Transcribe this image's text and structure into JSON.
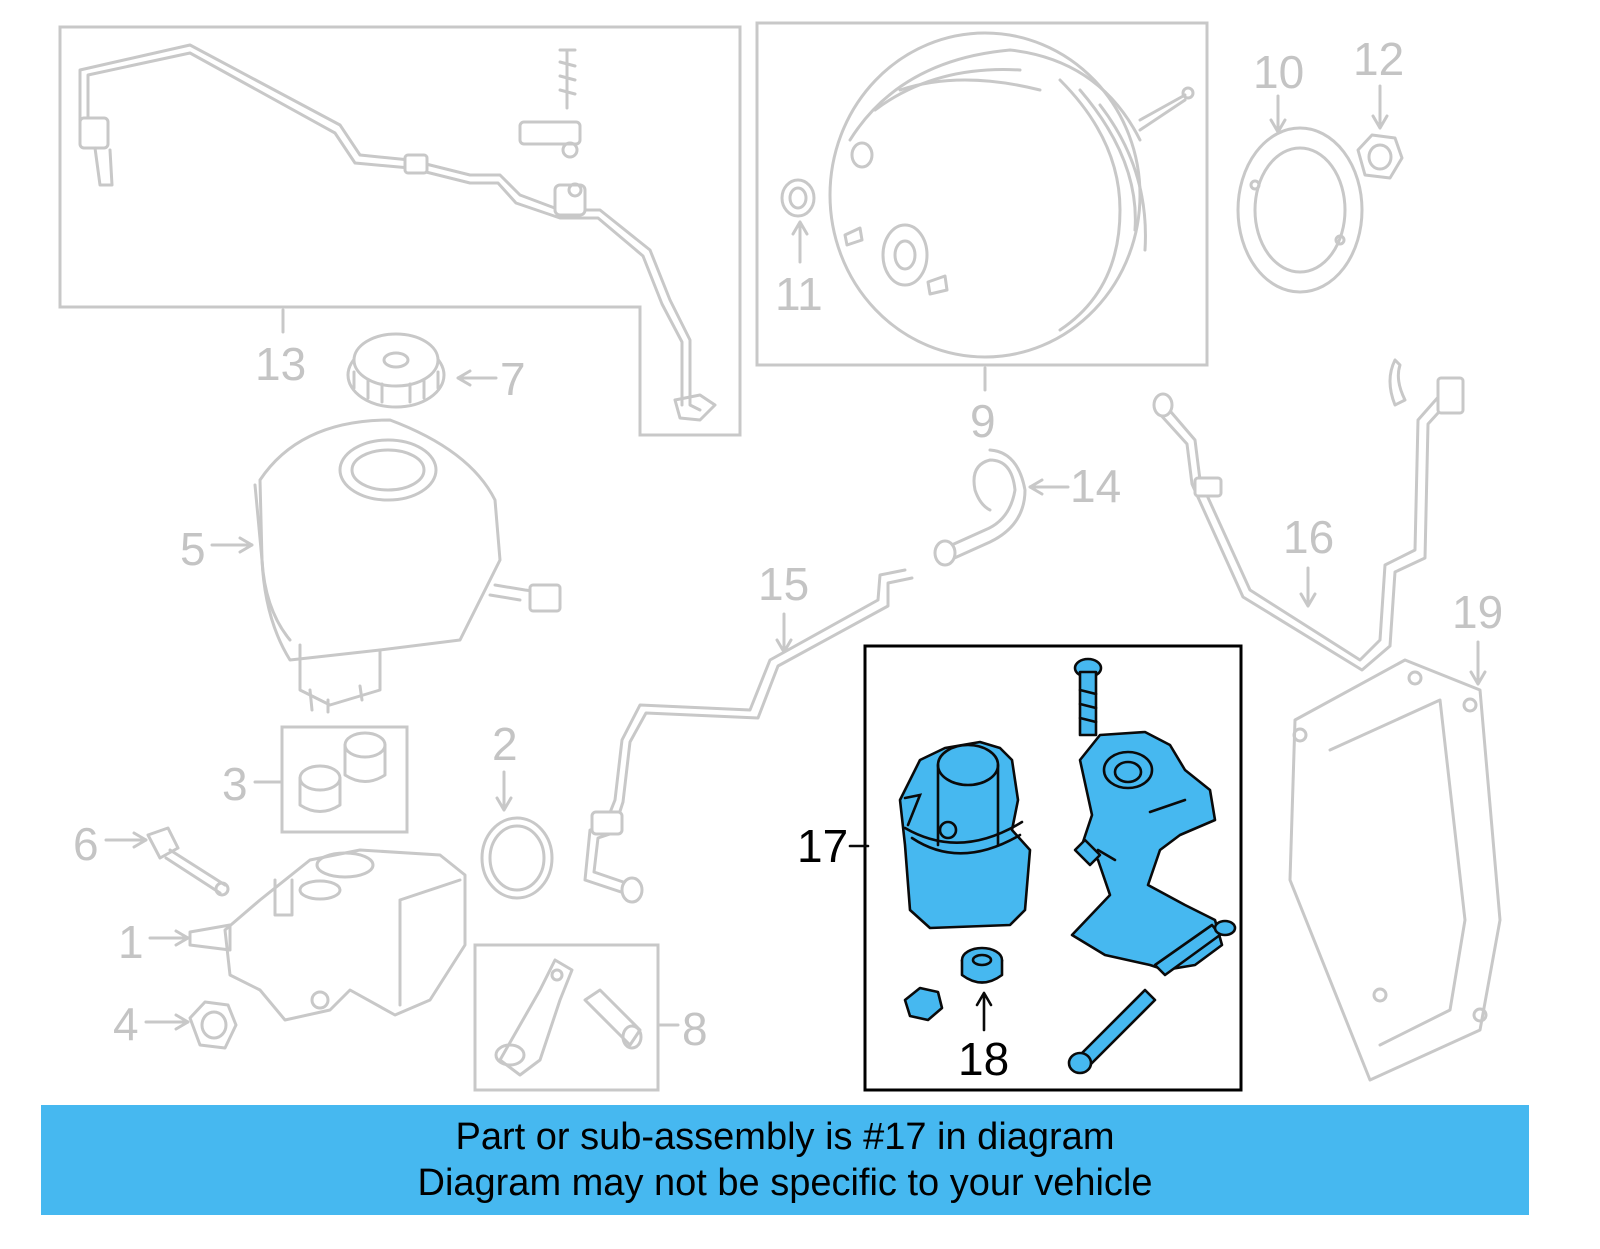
{
  "diagram": {
    "highlight_color": "#46b8f0",
    "callouts": [
      "1",
      "2",
      "3",
      "4",
      "5",
      "6",
      "7",
      "8",
      "9",
      "10",
      "11",
      "12",
      "13",
      "14",
      "15",
      "16",
      "17",
      "18",
      "19"
    ],
    "highlighted_callouts": [
      "17",
      "18"
    ]
  },
  "footer": {
    "line1": "Part or sub-assembly is #17 in diagram",
    "line2": "Diagram may not be specific to your vehicle",
    "background": "#46b8f0"
  }
}
